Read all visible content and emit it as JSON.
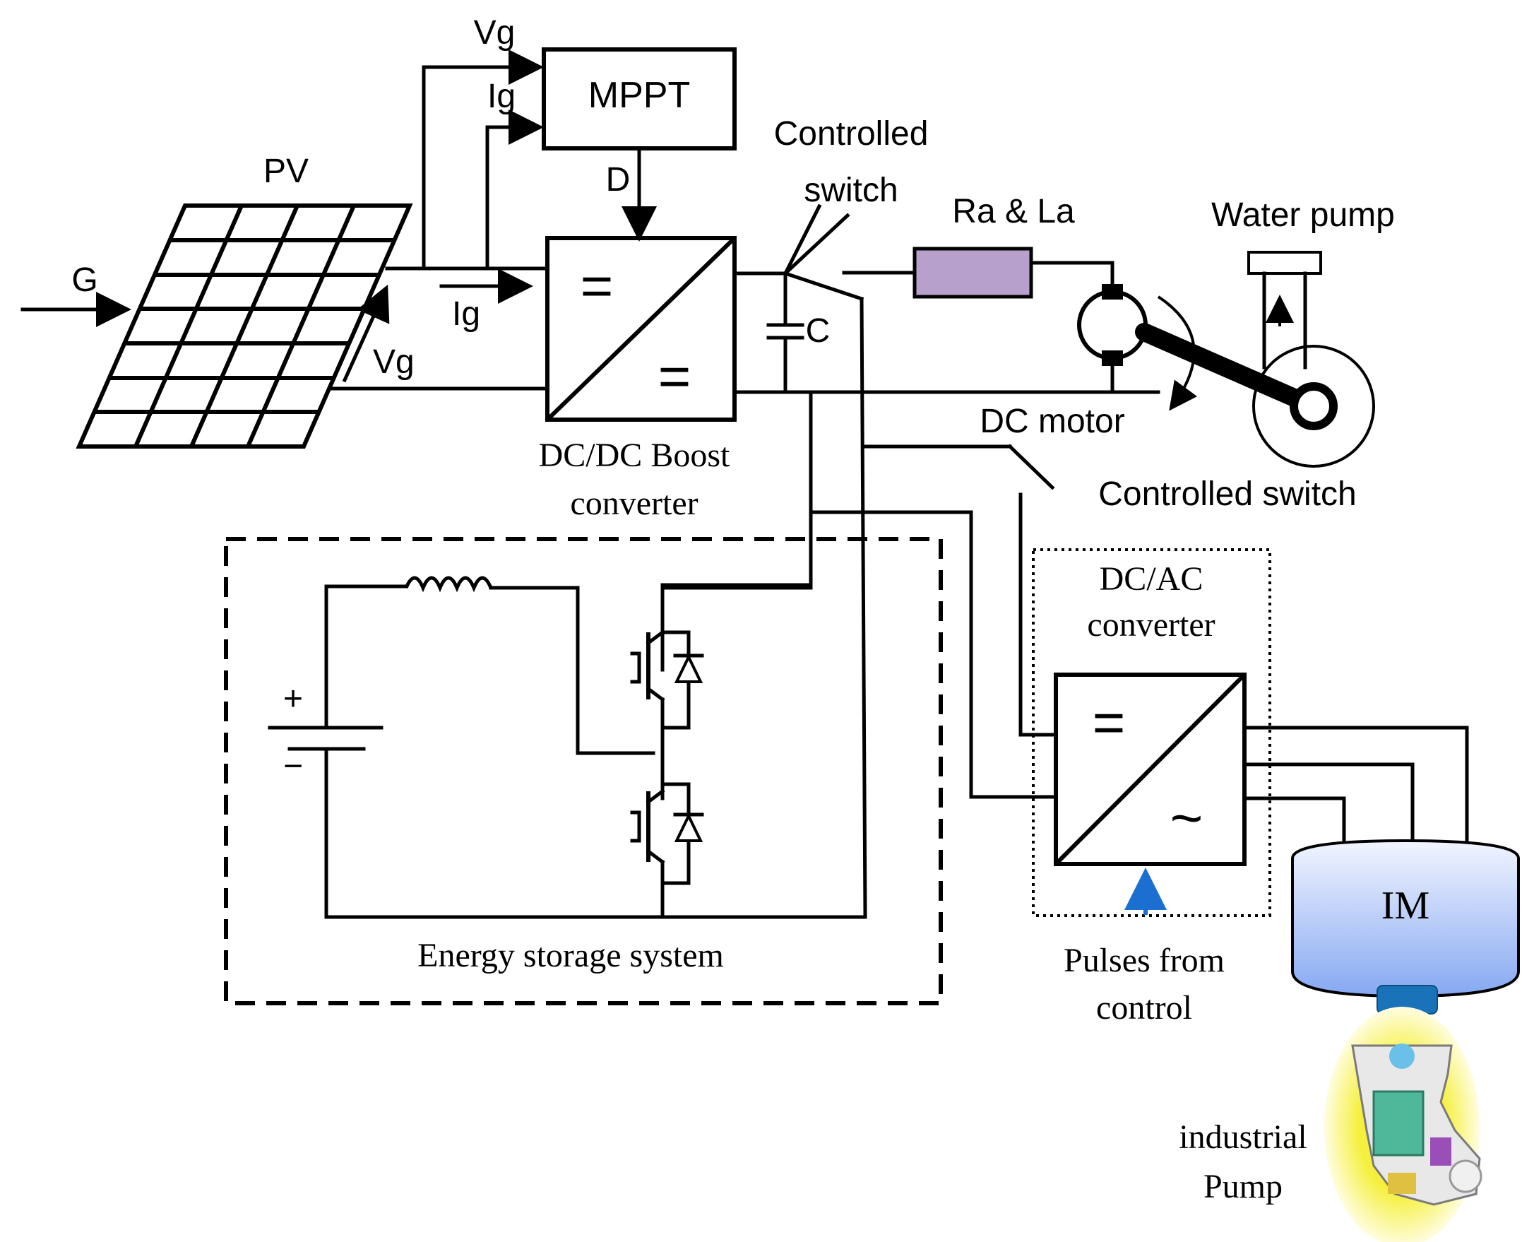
{
  "labels": {
    "pv": "PV",
    "g": "G",
    "vg_top": "Vg",
    "ig_top": "Ig",
    "mppt": "MPPT",
    "d": "D",
    "ig_mid": "Ig",
    "vg_mid": "Vg",
    "boost_sym_dc1": "=",
    "boost_sym_dc2": "=",
    "boost_name_1": "DC/DC Boost",
    "boost_name_2": "converter",
    "cap": "C",
    "switch1_1": "Controlled",
    "switch1_2": "switch",
    "ra_la": "Ra & La",
    "water_pump": "Water pump",
    "dc_motor": "DC motor",
    "switch2": "Controlled switch",
    "dcac_1": "DC/AC",
    "dcac_2": "converter",
    "inv_sym_dc": "=",
    "inv_sym_ac": "~",
    "pulses_1": "Pulses from",
    "pulses_2": "control",
    "im": "IM",
    "ess": "Energy storage system",
    "plus": "+",
    "minus": "−",
    "ind_pump_1": "industrial",
    "ind_pump_2": "Pump"
  },
  "colors": {
    "line": "#000000",
    "resistor": "#b8a0cc",
    "pulse_arrow": "#1a6fd1",
    "im_body_top": "#eaf0ff",
    "im_body_bottom": "#8fb0f5",
    "im_shaft": "#1a73b8",
    "pump_glow": "#f3ef3a",
    "pump_body": "#4fb89a"
  }
}
